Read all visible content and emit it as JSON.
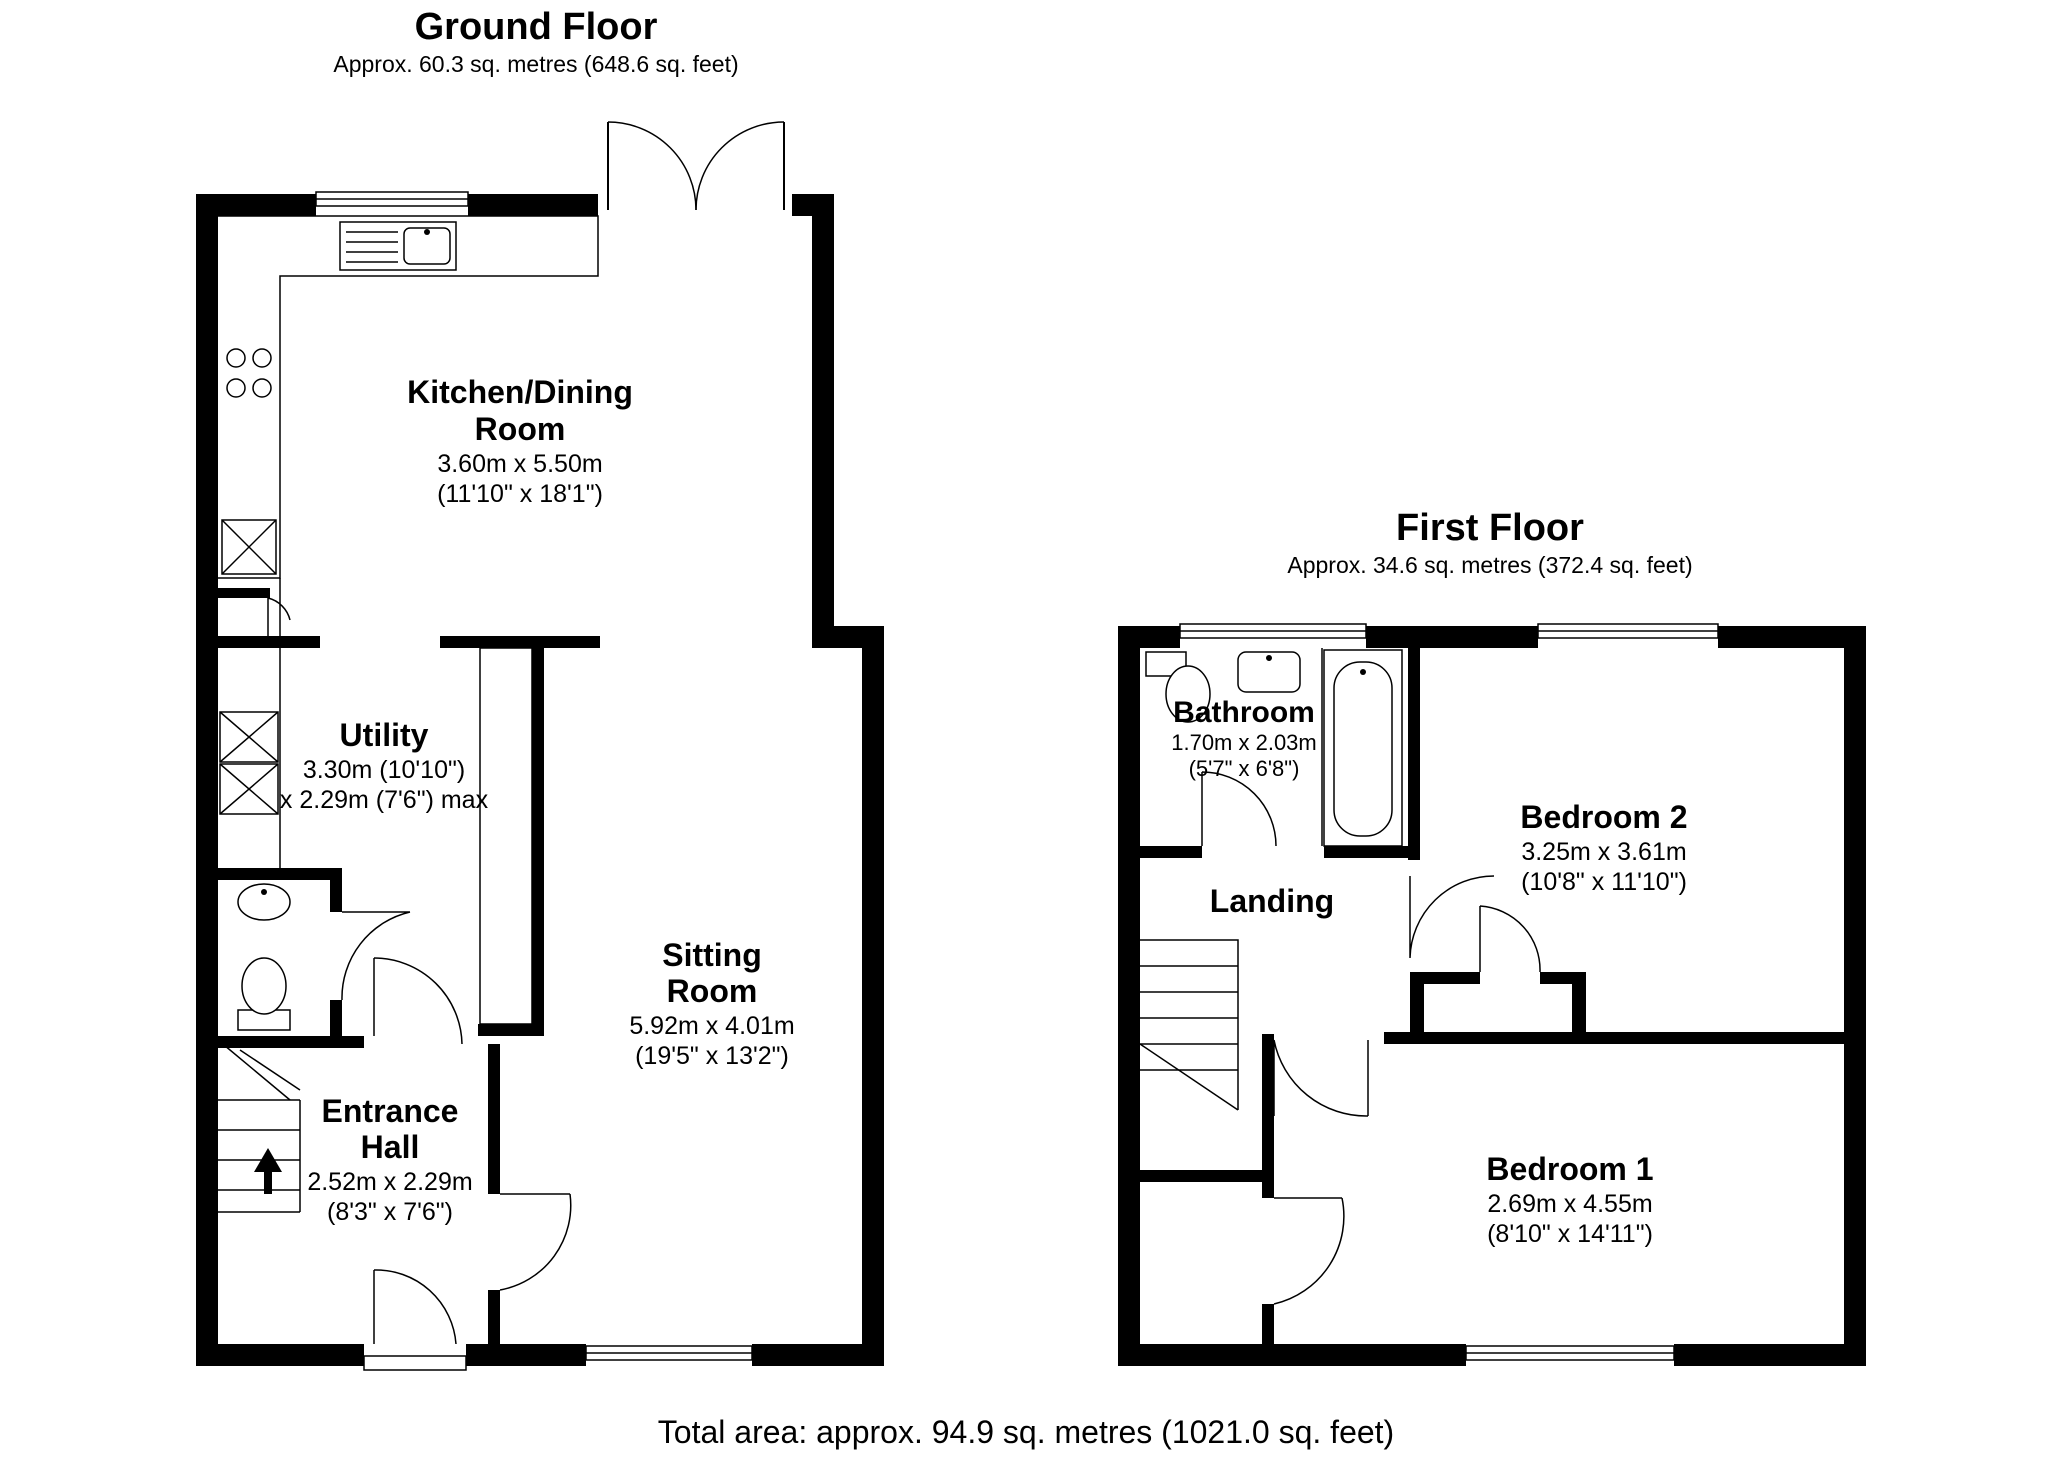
{
  "ground_floor": {
    "title": "Ground Floor",
    "area": "Approx. 60.3 sq. metres (648.6 sq. feet)",
    "rooms": {
      "kitchen": {
        "name_line1": "Kitchen/Dining",
        "name_line2": "Room",
        "metric": "3.60m x 5.50m",
        "imperial": "(11'10\" x 18'1\")"
      },
      "utility": {
        "name": "Utility",
        "dim_line1": "3.30m (10'10\")",
        "dim_line2": "x 2.29m (7'6\") max"
      },
      "sitting": {
        "name_line1": "Sitting",
        "name_line2": "Room",
        "metric": "5.92m x 4.01m",
        "imperial": "(19'5\" x 13'2\")"
      },
      "entrance": {
        "name_line1": "Entrance",
        "name_line2": "Hall",
        "metric": "2.52m x 2.29m",
        "imperial": "(8'3\" x 7'6\")"
      }
    }
  },
  "first_floor": {
    "title": "First Floor",
    "area": "Approx. 34.6 sq. metres (372.4 sq. feet)",
    "rooms": {
      "bathroom": {
        "name": "Bathroom",
        "metric": "1.70m x 2.03m",
        "imperial": "(5'7\" x 6'8\")"
      },
      "landing": {
        "name": "Landing"
      },
      "bedroom2": {
        "name": "Bedroom 2",
        "metric": "3.25m x 3.61m",
        "imperial": "(10'8\" x 11'10\")"
      },
      "bedroom1": {
        "name": "Bedroom 1",
        "metric": "2.69m x 4.55m",
        "imperial": "(8'10\" x 14'11\")"
      }
    }
  },
  "total_area": "Total area: approx. 94.9 sq. metres (1021.0 sq. feet)"
}
